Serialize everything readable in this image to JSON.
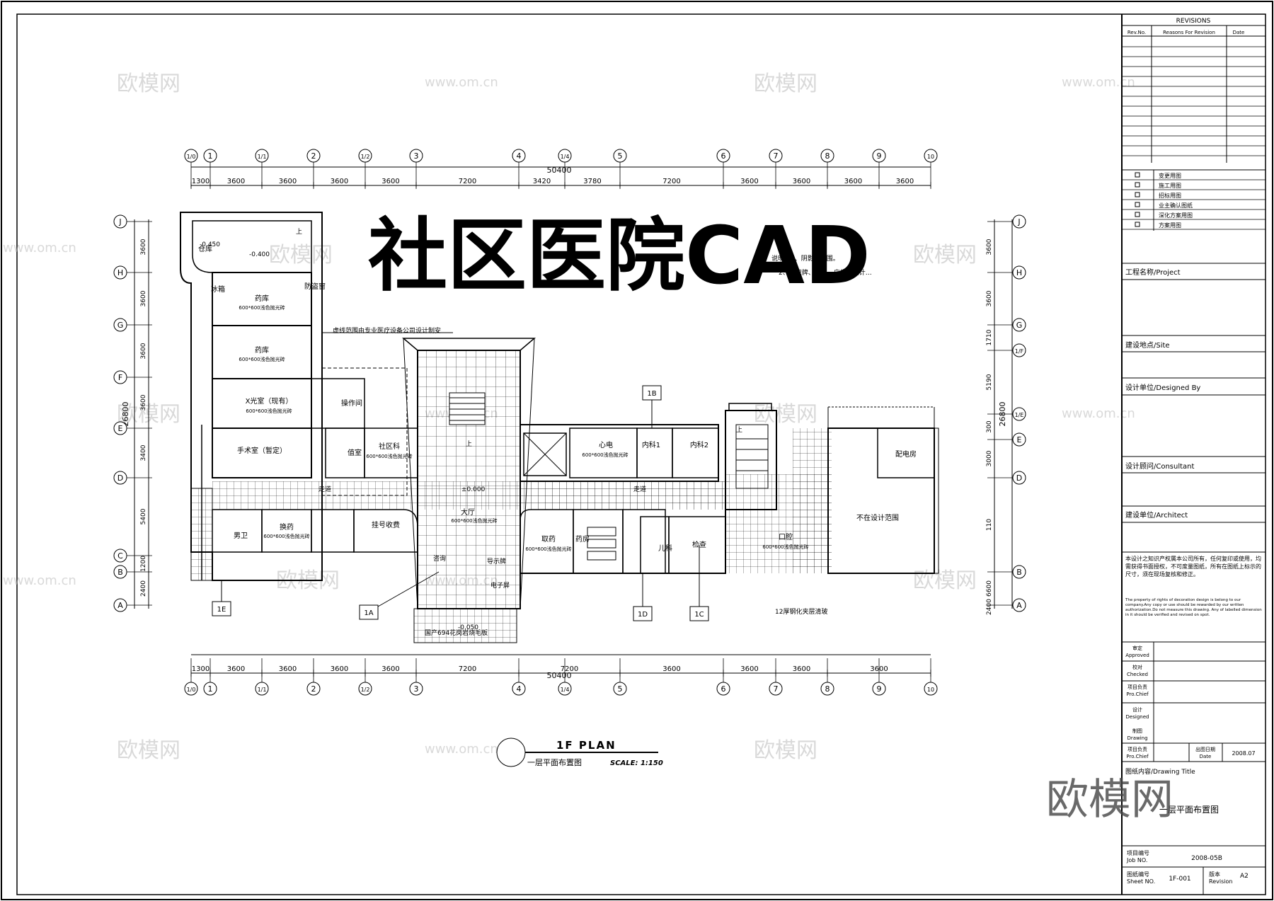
{
  "headline": "社区医院CAD",
  "watermark": {
    "site_cn": "欧模网",
    "site_url": "www.om.cn",
    "corner_logo": "欧模网"
  },
  "plan": {
    "title": "1F PLAN",
    "subtitle": "一层平面布置图",
    "scale": "SCALE: 1:150",
    "total_dim": "50400",
    "vertical_total": "26800",
    "top_segments": [
      "1300",
      "3600",
      "3600",
      "3600",
      "3600",
      "7200",
      "3420",
      "3780",
      "7200",
      "3600",
      "3600",
      "3600",
      "3600"
    ],
    "bottom_segments": [
      "1300",
      "3600",
      "3600",
      "3600",
      "3600",
      "7200",
      "7200",
      "3600",
      "3600",
      "3600",
      "3600"
    ],
    "column_grid": [
      "1/0",
      "1",
      "1/1",
      "2",
      "1/2",
      "3",
      "4",
      "1/4",
      "5",
      "6",
      "7",
      "8",
      "9",
      "10"
    ],
    "row_grid_left": [
      "J",
      "H",
      "G",
      "F",
      "E",
      "D",
      "C",
      "B",
      "A"
    ],
    "row_grid_right": [
      "J",
      "H",
      "G",
      "1/F",
      "1/E",
      "E",
      "D",
      "B",
      "A"
    ],
    "left_dims": [
      "3600",
      "3600",
      "3600",
      "3600",
      "3400",
      "5400",
      "1200",
      "2400"
    ],
    "right_dims": [
      "3600",
      "3600",
      "1710",
      "5190",
      "300",
      "3000",
      "110",
      "6600",
      "2400"
    ],
    "rooms": [
      {
        "id": "cangku",
        "name": "仓库"
      },
      {
        "id": "bingxiang",
        "name": "冰箱"
      },
      {
        "id": "yaoku1",
        "name": "药库"
      },
      {
        "id": "fangdaochuang",
        "name": "防盗窗"
      },
      {
        "id": "yaoku2",
        "name": "药库"
      },
      {
        "id": "xguang",
        "name": "X光室（现有）"
      },
      {
        "id": "caozuo",
        "name": "操作间"
      },
      {
        "id": "shoushu",
        "name": "手术室（暂定）"
      },
      {
        "id": "zhiyuan",
        "name": "值室"
      },
      {
        "id": "shequke",
        "name": "社区科"
      },
      {
        "id": "huanyao",
        "name": "换药"
      },
      {
        "id": "guahao",
        "name": "挂号收费"
      },
      {
        "id": "nanwei",
        "name": "男卫"
      },
      {
        "id": "quyao",
        "name": "取药"
      },
      {
        "id": "yaofang",
        "name": "药房"
      },
      {
        "id": "erke",
        "name": "儿科"
      },
      {
        "id": "jianyan",
        "name": "检查"
      },
      {
        "id": "xindian",
        "name": "心电"
      },
      {
        "id": "neike1",
        "name": "内科1"
      },
      {
        "id": "neike2",
        "name": "内科2"
      },
      {
        "id": "kouqiang",
        "name": "口腔"
      },
      {
        "id": "peidian",
        "name": "配电房"
      },
      {
        "id": "notscope",
        "name": "不在设计范围"
      },
      {
        "id": "datang",
        "name": "大厅"
      }
    ],
    "floor_note": "600*600浅色抛光砖",
    "elevations": [
      "-0.450",
      "-0.400",
      "±0.000",
      "-0.050"
    ],
    "notes": {
      "range_note": "虚线范围由专业医疗设备公司设计制安",
      "explain1": "说明：1、阴影…范围。",
      "explain2": "2、标识牌、标识…广告…设计…",
      "glass": "12厚钢化夹层清玻",
      "granite": "国产694花岗岩烧毛板",
      "zixun": "咨询",
      "daoshipai": "导示牌",
      "dianzi": "电子屏",
      "corridor": "走道",
      "up": "上"
    },
    "callouts": [
      "1A",
      "1B",
      "1C",
      "1D",
      "1E"
    ]
  },
  "titleblock": {
    "revisions_header": "REVISIONS",
    "rev_no": "Rev.No.",
    "reasons": "Reasons For Revision",
    "date": "Date",
    "stages": [
      "变更用图",
      "施工用图",
      "招标用图",
      "业主确认图纸",
      "深化方案用图",
      "方案用图"
    ],
    "project": "工程名称/Project",
    "site": "建设地点/Site",
    "designed_by": "设计单位/Designed By",
    "consultant": "设计顾问/Consultant",
    "architect": "建设单位/Architect",
    "copyright_cn": "本设计之知识产权属本公司所有，任何复印或使用，均需获得书面授权，不可度量图纸，所有在图纸上标示的尺寸，须在现场复核和修正。",
    "copyright_en": "The property of rights of decoration design is belong to our company.Any copy or use should be rewarded by our written authorization.Do not measure this drawing. Any of labelled dimension in it should be verified and revised on spot.",
    "approved_cn": "审定",
    "approved_en": "Approved",
    "checked_cn": "校对",
    "checked_en": "Checked",
    "chief_cn": "项目负责",
    "chief_en": "Pro.Chief",
    "designed_cn": "设计",
    "designed_en": "Designed",
    "drawing_cn": "制图",
    "drawing_en": "Drawing",
    "chief2_cn": "项目负责",
    "chief2_en": "Pro.Chief",
    "issue_cn": "出图日期",
    "issue_en": "Date",
    "issue_date": "2008.07",
    "drawing_title_label": "图纸内容/Drawing Title",
    "drawing_title": "一层平面布置图",
    "job_cn": "项目编号",
    "job_en": "Job NO.",
    "job_value": "2008-05B",
    "sheet_cn": "图纸编号",
    "sheet_en": "Sheet NO.",
    "sheet_value": "1F-001",
    "rev_cn": "版本",
    "rev_en": "Revision",
    "rev_value": "A2"
  }
}
